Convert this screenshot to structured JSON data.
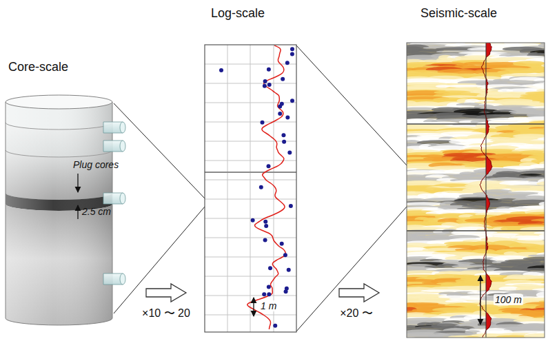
{
  "diagram": {
    "nodes": [
      {
        "text": [
          "Core-scale"
        ]
      },
      {
        "text": [
          "Log-scale"
        ]
      },
      {
        "text": [
          "Seismic-scale"
        ]
      }
    ],
    "edges": [
      {
        "from": 0,
        "to": 1,
        "arrow": "to",
        "label": "×10 〜 20"
      },
      {
        "from": 1,
        "to": 2,
        "arrow": "to",
        "label": "×20 〜"
      }
    ],
    "labels": [
      "Plug cores",
      "2.5 cm",
      "1 m",
      "100 m"
    ]
  }
}
